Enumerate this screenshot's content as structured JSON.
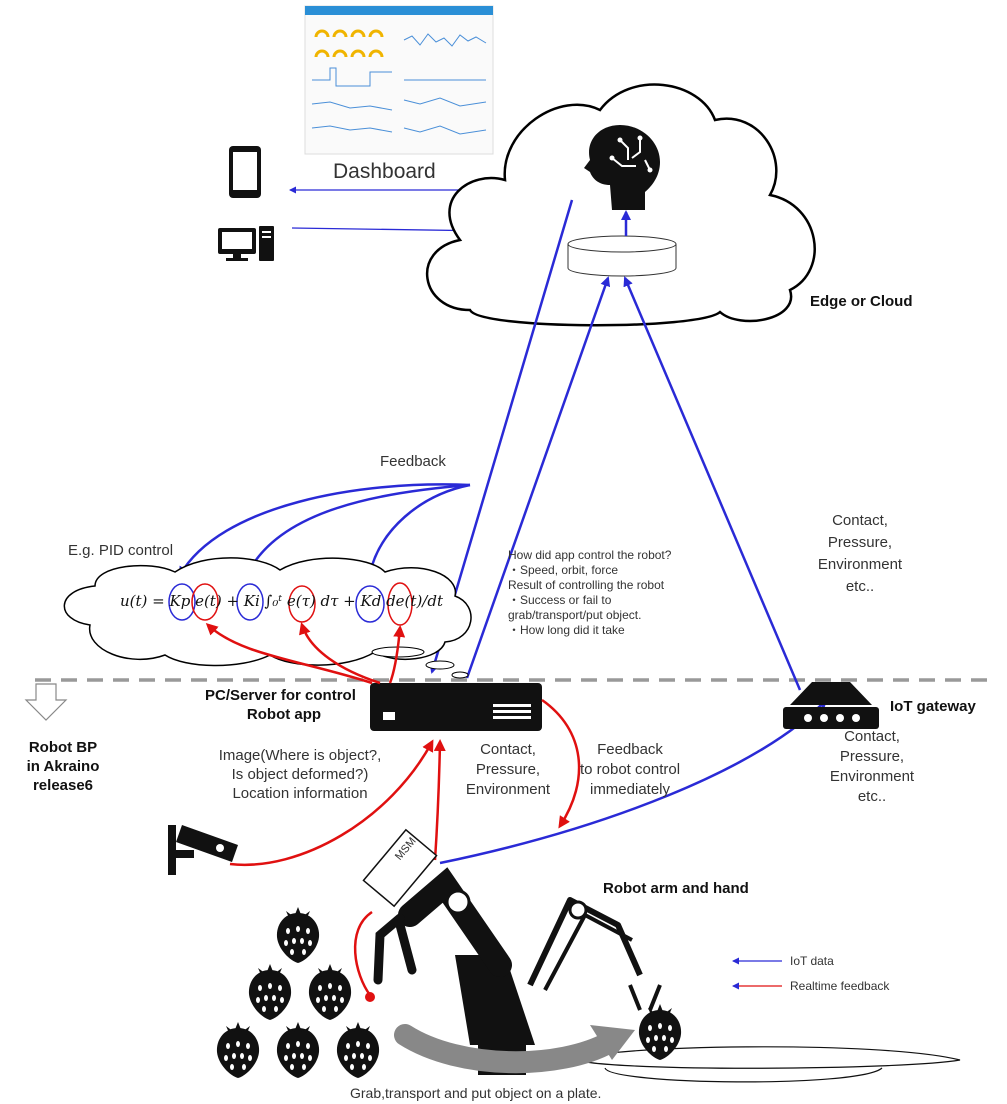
{
  "colors": {
    "iot": "#2a2ad6",
    "realtime": "#e01010",
    "dashed_line": "#999999",
    "cloud_stroke": "#000000",
    "arm_gray": "#888888"
  },
  "labels": {
    "dashboard": "Dashboard",
    "edge_or_cloud": "Edge or Cloud",
    "feedback": "Feedback",
    "pid_control": "E.g. PID control",
    "pid_formula": "u(t) = Kp e(t) + Ki ∫₀ᵗ e(τ) dτ + Kd de(t)/dt",
    "pc_server": [
      "PC/Server for control",
      "Robot app"
    ],
    "robot_bp": [
      "Robot BP",
      "in Akraino",
      "release6"
    ],
    "image_info": [
      "Image(Where is object?,",
      "Is object deformed?)",
      "Location information"
    ],
    "contact_server": [
      "Contact,",
      "Pressure,",
      "Environment"
    ],
    "feedback_robot": [
      "Feedback",
      "to robot control",
      "immediately"
    ],
    "contact_cloud": [
      "Contact,",
      "Pressure,",
      "Environment",
      "etc.."
    ],
    "contact_gateway": [
      "Contact,",
      "Pressure,",
      "Environment",
      "etc.."
    ],
    "iot_gateway": "IoT gateway",
    "robot_arm": "Robot arm and hand",
    "msm": "MSM",
    "grab_caption": "Grab,transport and put object on a plate.",
    "app_control_notes": [
      "How did app control the robot?",
      "・Speed, orbit, force",
      "Result of controlling the robot",
      "・Success or fail to",
      "   grab/transport/put object.",
      "・How long did it take"
    ]
  },
  "legend": [
    {
      "label": "IoT data",
      "color": "#2a2ad6"
    },
    {
      "label": "Realtime feedback",
      "color": "#e01010"
    }
  ],
  "icons": [
    "smartphone-icon",
    "desktop-computer-icon",
    "ai-head-icon",
    "database-icon",
    "server-icon",
    "gateway-router-icon",
    "security-camera-icon",
    "robot-arm-icon",
    "strawberry-icon",
    "plate-icon",
    "dashboard-screenshot-icon",
    "hollow-down-arrow-icon"
  ]
}
